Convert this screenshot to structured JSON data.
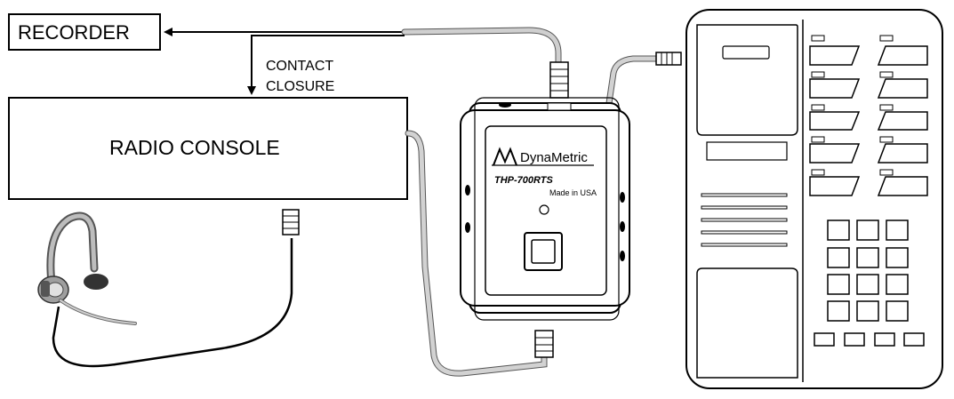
{
  "recorder": {
    "label": "RECORDER"
  },
  "radio_console": {
    "label": "RADIO CONSOLE"
  },
  "contact_closure": {
    "line1": "CONTACT",
    "line2": "CLOSURE"
  },
  "device": {
    "brand": "DynaMetric",
    "model": "THP-700RTS",
    "made_in": "Made in USA"
  },
  "icons": [
    "headset-icon",
    "telephone-icon",
    "rj-plug-icon",
    "dynametric-logo-icon"
  ]
}
